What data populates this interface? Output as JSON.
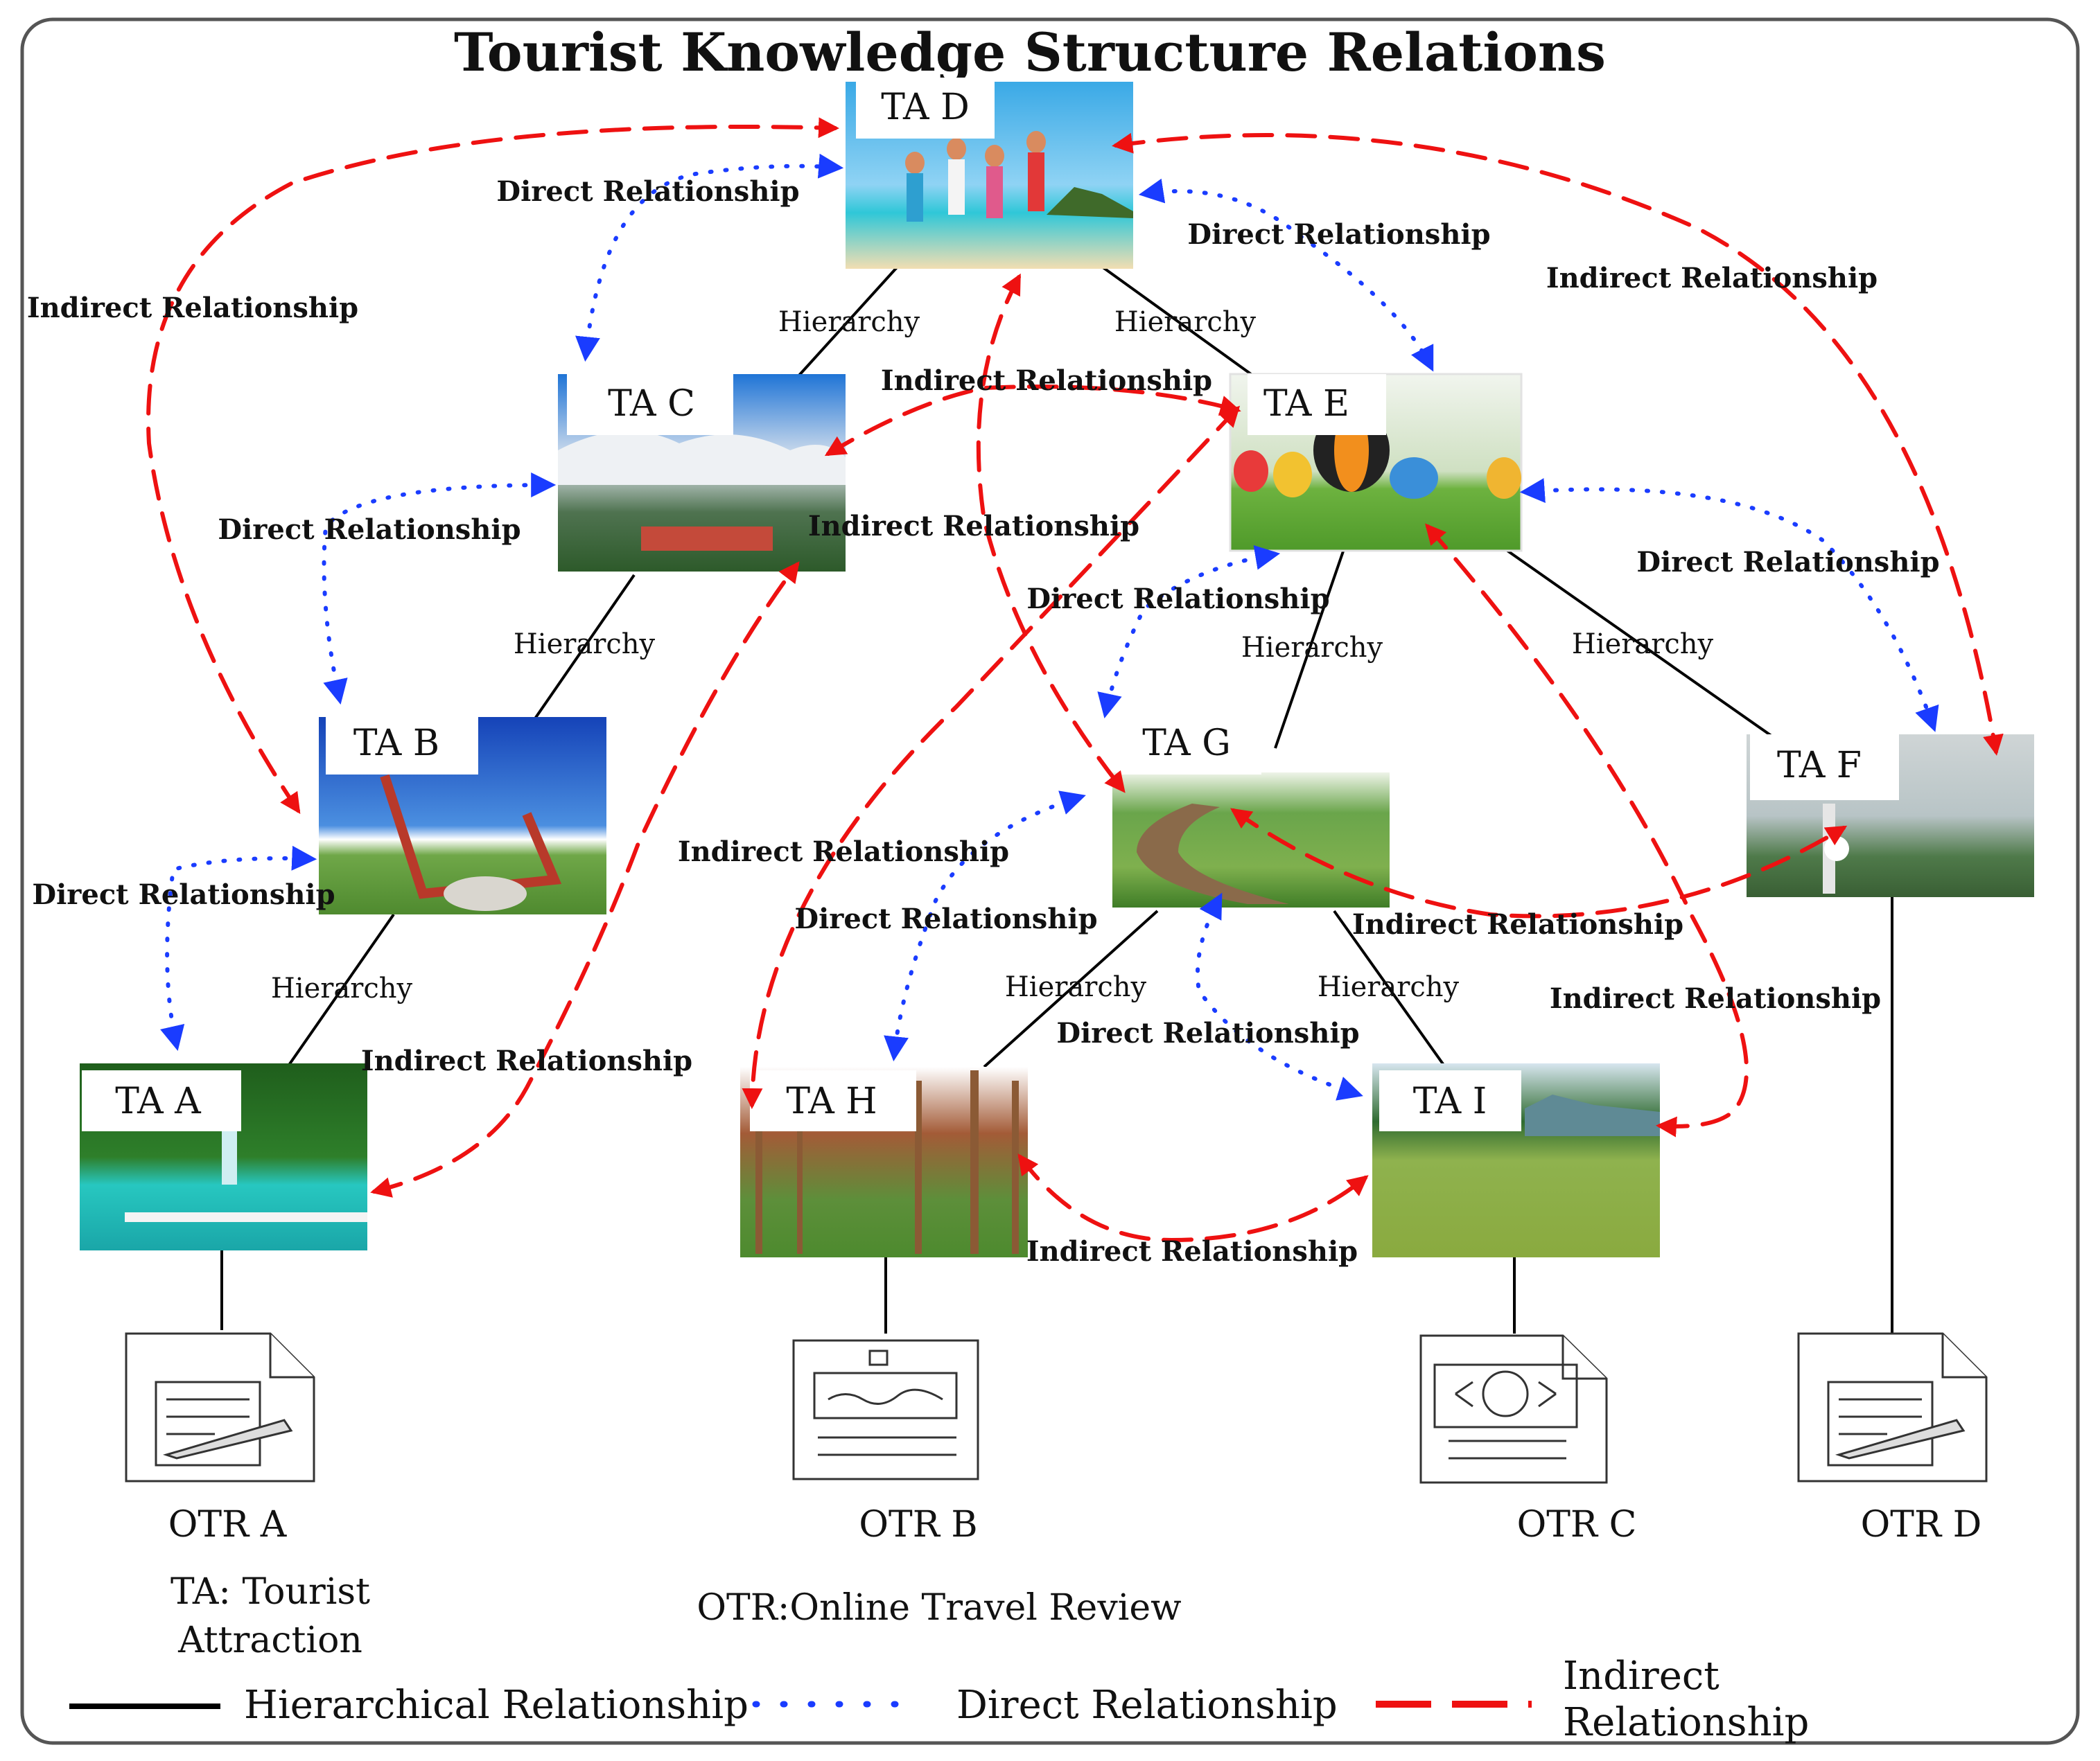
{
  "title": "Tourist Knowledge Structure Relations",
  "attractions": {
    "ta_a": "TA A",
    "ta_b": "TA B",
    "ta_c": "TA C",
    "ta_d": "TA D",
    "ta_e": "TA E",
    "ta_f": "TA F",
    "ta_g": "TA G",
    "ta_h": "TA H",
    "ta_i": "TA I"
  },
  "reviews": {
    "otr_a": "OTR A",
    "otr_b": "OTR B",
    "otr_c": "OTR C",
    "otr_d": "OTR D"
  },
  "edge_labels": {
    "hierarchy": "Hierarchy",
    "direct": "Direct Relationship",
    "indirect": "Indirect Relationship"
  },
  "notes": {
    "ta_line1": "TA: Tourist",
    "ta_line2": "Attraction",
    "otr": "OTR:Online Travel Review"
  },
  "legend": {
    "hierarchical": "Hierarchical Relationship",
    "direct": "Direct Relationship",
    "indirect_line1": "Indirect",
    "indirect_line2": "Relationship"
  },
  "colors": {
    "hierarchy": "#000000",
    "direct": "#1a3cff",
    "indirect": "#ee1111"
  }
}
